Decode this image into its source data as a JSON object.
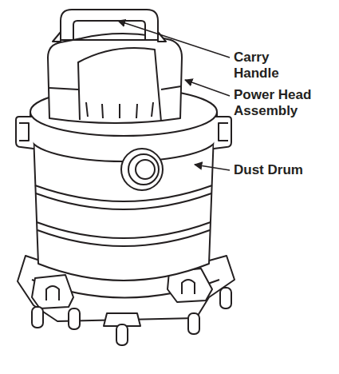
{
  "diagram": {
    "labels": [
      "Carry Handle",
      "Power Head Assembly",
      "Dust Drum"
    ]
  }
}
